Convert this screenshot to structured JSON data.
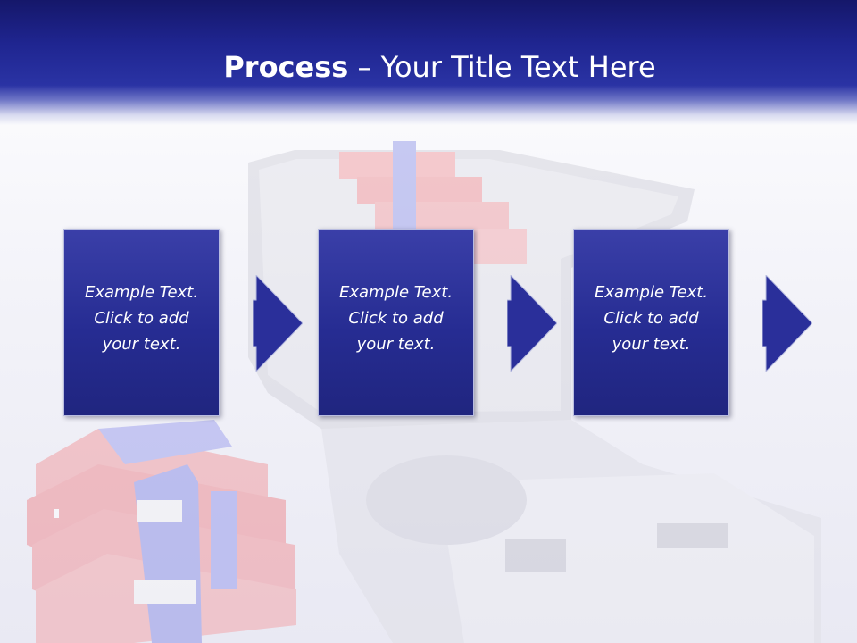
{
  "slide": {
    "title_strong": "Process",
    "title_rest": " – Your Title Text Here"
  },
  "steps": [
    {
      "line1": "Example Text.",
      "line2": "Click to add",
      "line3": "your text."
    },
    {
      "line1": "Example Text.",
      "line2": "Click to add",
      "line3": "your text."
    },
    {
      "line1": "Example Text.",
      "line2": "Click to add",
      "line3": "your text."
    }
  ],
  "colors": {
    "header_dark": "#15176a",
    "header_mid": "#2a33a4",
    "box_fill": "#262c92",
    "arrow_fill": "#2a2f9a",
    "binder_red": "#e8636a",
    "strap_blue": "#6d6fe0"
  },
  "icons": {
    "background": "usb-drive-with-binders-illustration",
    "arrows": "right-arrow-icon"
  }
}
